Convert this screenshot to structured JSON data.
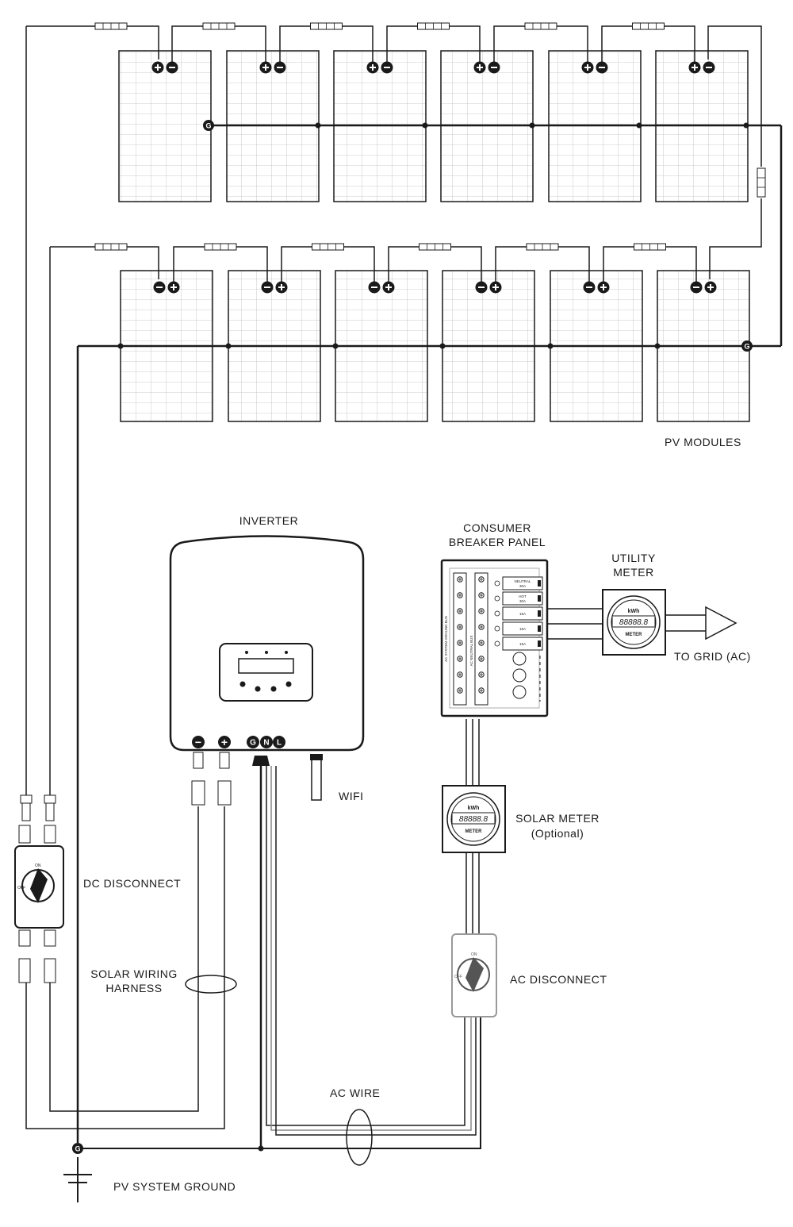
{
  "labels": {
    "pv_modules": "PV MODULES",
    "inverter": "INVERTER",
    "consumer_breaker_panel_1": "CONSUMER",
    "consumer_breaker_panel_2": "BREAKER PANEL",
    "utility_meter_1": "UTILITY",
    "utility_meter_2": "METER",
    "to_grid": "TO GRID (AC)",
    "wifi": "WIFI",
    "solar_meter_1": "SOLAR METER",
    "solar_meter_2": "(Optional)",
    "dc_disconnect": "DC DISCONNECT",
    "solar_wiring_harness_1": "SOLAR WIRING",
    "solar_wiring_harness_2": "HARNESS",
    "ac_disconnect": "AC DISCONNECT",
    "ac_wire": "AC WIRE",
    "pv_system_ground": "PV SYSTEM GROUND"
  },
  "terminals": {
    "plus": "+",
    "minus": "−",
    "ground": "G",
    "neutral": "N",
    "line": "L"
  },
  "meter": {
    "unit": "kWh",
    "reading": "88888.8",
    "caption": "METER"
  },
  "breaker_panel": {
    "breakers": [
      {
        "line1": "NEUTRAL",
        "line2": "30A"
      },
      {
        "line1": "HOT",
        "line2": "30A"
      },
      {
        "line1": "15A",
        "line2": ""
      },
      {
        "line1": "15A",
        "line2": ""
      },
      {
        "line1": "15A",
        "line2": ""
      }
    ],
    "ground_bus_label": "AC SYSTEM GROUND BUS",
    "neutral_bus_label": "AC NEUTRAL BUS"
  },
  "disconnect_switch": {
    "on_label": "ON",
    "off_label": "OFF"
  },
  "colors": {
    "line": "#1a1a1a",
    "module_fill": "#ffffff",
    "module_cell_line": "#b5b5b5"
  }
}
